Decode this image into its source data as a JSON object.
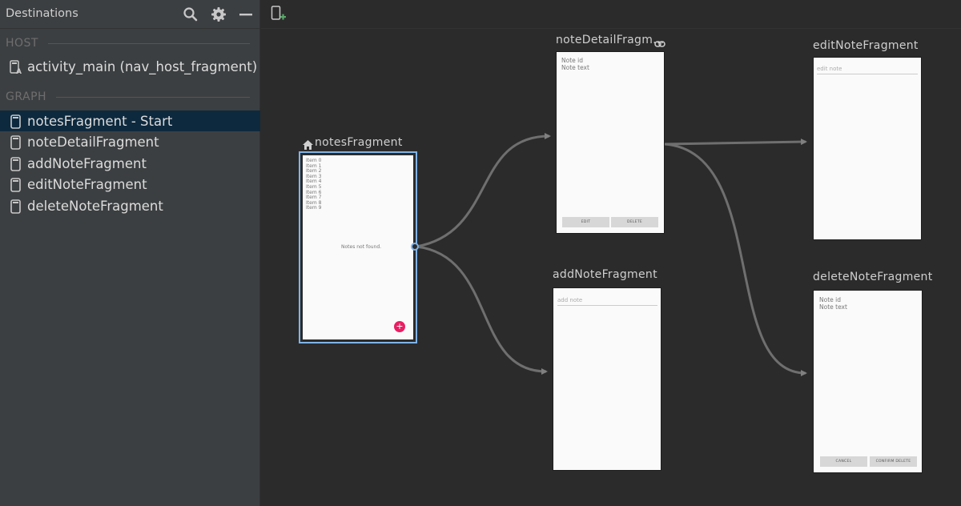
{
  "panel": {
    "title": "Destinations",
    "host_section": "HOST",
    "host_item": "activity_main (nav_host_fragment)",
    "graph_section": "GRAPH",
    "graph_items": [
      {
        "label": "notesFragment - Start",
        "selected": true
      },
      {
        "label": "noteDetailFragment"
      },
      {
        "label": "addNoteFragment"
      },
      {
        "label": "editNoteFragment"
      },
      {
        "label": "deleteNoteFragment"
      }
    ]
  },
  "icons": {
    "search": "search-icon",
    "settings": "gear-icon",
    "collapse": "minus-icon",
    "new_destination": "new-destination-icon",
    "host": "layout-activity-icon",
    "fragment": "phone-fragment-icon",
    "home": "home-icon",
    "deeplink": "link-icon"
  },
  "colors": {
    "selection": "#0d293e",
    "frame_selected": "#7fb3e8",
    "fab": "#e91e63",
    "add_icon": "#59a869"
  },
  "canvas": {
    "notes": {
      "label": "notesFragment",
      "items": [
        "Item 0",
        "Item 1",
        "Item 2",
        "Item 3",
        "Item 4",
        "Item 5",
        "Item 6",
        "Item 7",
        "Item 8",
        "Item 9"
      ],
      "empty_text": "Notes not found.",
      "fab_label": "+"
    },
    "detail": {
      "label": "noteDetailFragm...",
      "line1": "Note id",
      "line2": "Note text",
      "btn_edit": "EDIT",
      "btn_delete": "DELETE"
    },
    "edit": {
      "label": "editNoteFragment",
      "hint": "edit note"
    },
    "add": {
      "label": "addNoteFragment",
      "hint": "add note"
    },
    "delete": {
      "label": "deleteNoteFragment",
      "line1": "Note id",
      "line2": "Note text",
      "btn_cancel": "CANCEL",
      "btn_confirm": "CONFIRM DELETE"
    }
  }
}
